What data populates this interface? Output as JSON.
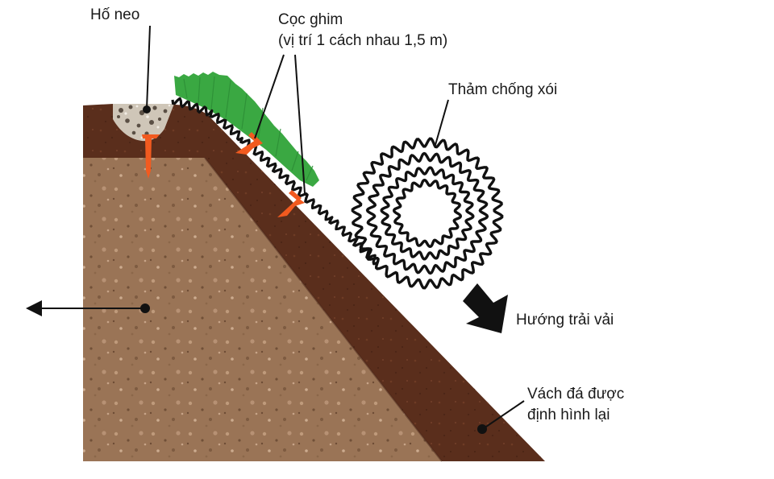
{
  "labels": {
    "anchor_trench": "Hố neo",
    "pins_line1": "Cọc ghim",
    "pins_line2": "(vị trí 1 cách nhau 1,5 m)",
    "erosion_mat": "Thảm chống xói",
    "laying_direction": "Hướng trải vải",
    "cliff_line1": "Vách đá được",
    "cliff_line2": "định hình lại"
  },
  "colors": {
    "soil_light": "#9a7456",
    "soil_dark": "#5a2e1c",
    "soil_dark_edge": "#3e1d10",
    "grass": "#3aa842",
    "pin": "#f25a1f",
    "mat_line": "#111111",
    "gravel": "#cfc6b8"
  }
}
